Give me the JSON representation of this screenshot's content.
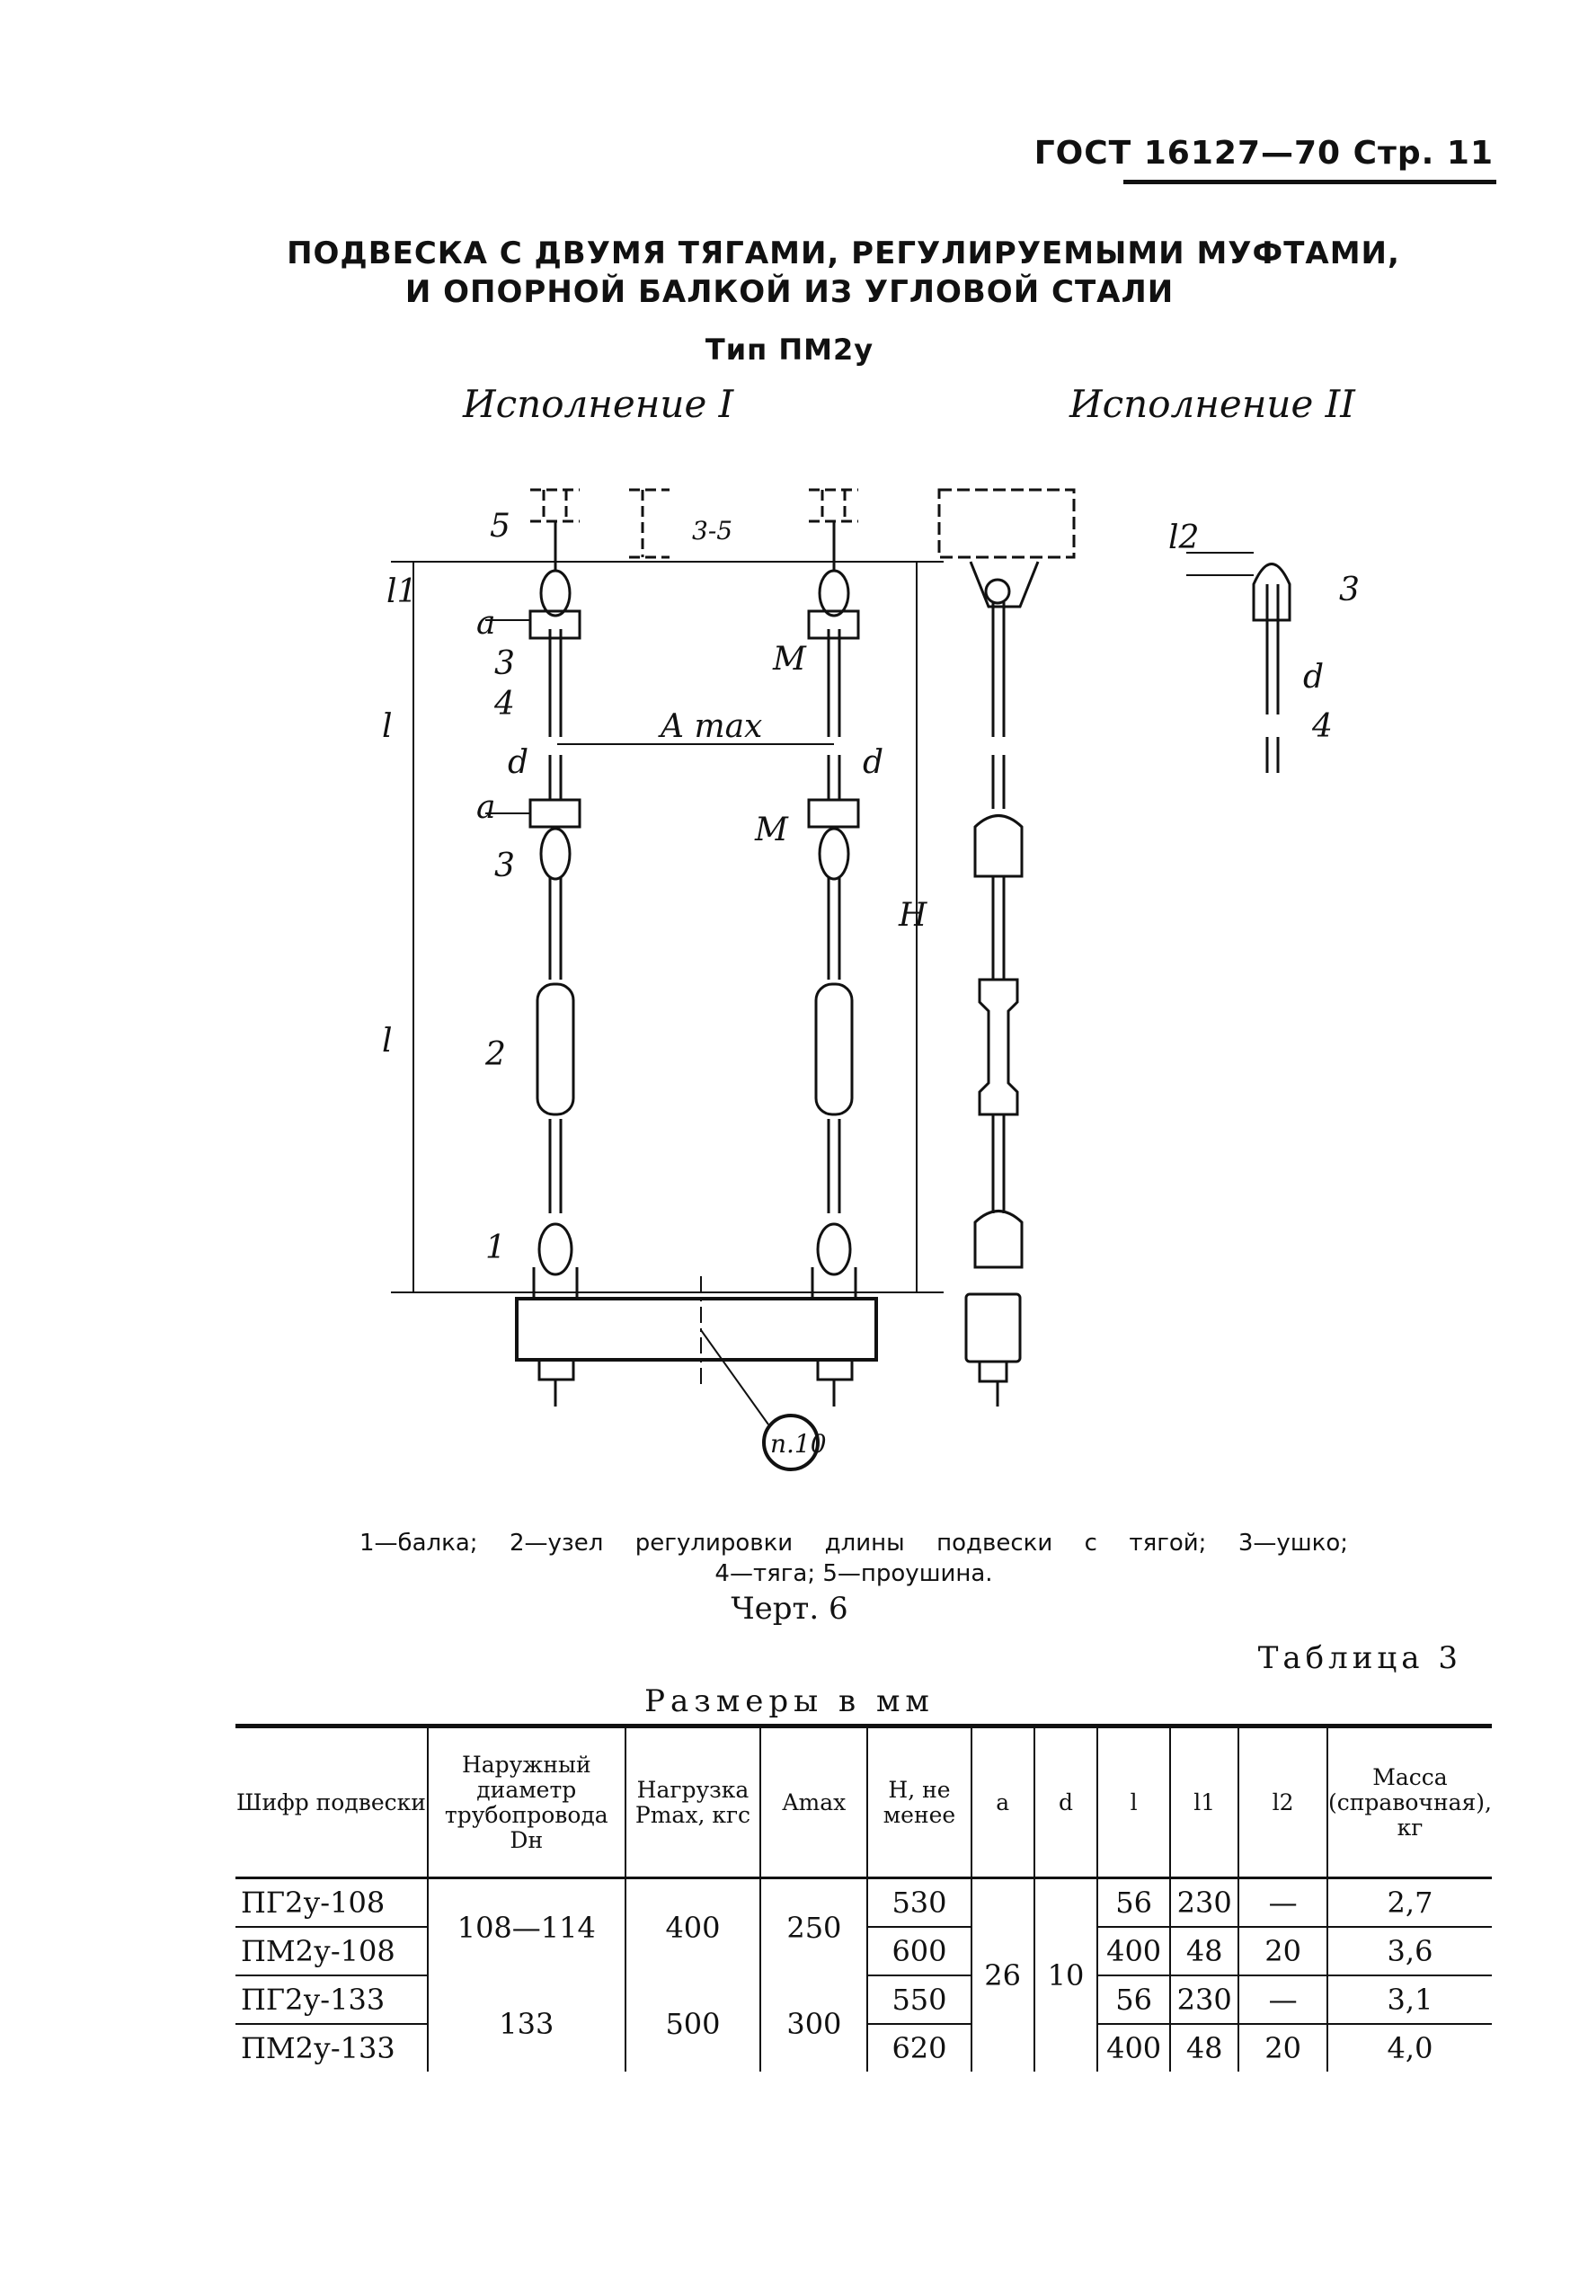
{
  "header": {
    "standard": "ГОСТ 16127—70 Стр. 11"
  },
  "title": {
    "line1": "ПОДВЕСКА С ДВУМЯ ТЯГАМИ, РЕГУЛИРУЕМЫМИ МУФТАМИ,",
    "line2": "И ОПОРНОЙ БАЛКОЙ ИЗ УГЛОВОЙ СТАЛИ",
    "type": "Тип ПМ2у"
  },
  "variants": {
    "v1": "Исполнение I",
    "v2": "Исполнение II"
  },
  "drawing_labels": {
    "pos1": "1",
    "pos2": "2",
    "pos3": "3",
    "pos4": "4",
    "pos5": "5",
    "a": "a",
    "d": "d",
    "l": "l",
    "l1": "l1",
    "l2": "l2",
    "H": "H",
    "M": "M",
    "Amax": "A max",
    "gap": "3-5",
    "ref": "п.10"
  },
  "caption": {
    "line1": "1—балка; 2—узел регулировки длины подвески с тягой; 3—ушко;",
    "line2": "4—тяга; 5—проушина.",
    "figure": "Черт. 6"
  },
  "table": {
    "name": "Таблица 3",
    "units": "Размеры в мм",
    "headers": {
      "code": "Шифр подвески",
      "dn": "Наружный диаметр трубопровода Dн",
      "load": "Нагрузка Pmax, кгс",
      "amax": "Amax",
      "h": "H, не менее",
      "a": "a",
      "d": "d",
      "l": "l",
      "l1": "l1",
      "l2": "l2",
      "mass": "Масса (справочная), кг"
    },
    "rows": [
      {
        "code": "ПГ2у-108",
        "H": "530",
        "l": "56",
        "l1": "230",
        "l2": "—",
        "mass": "2,7"
      },
      {
        "code": "ПМ2у-108",
        "H": "600",
        "l": "400",
        "l1": "48",
        "l2": "20",
        "mass": "3,6"
      },
      {
        "code": "ПГ2у-133",
        "H": "550",
        "l": "56",
        "l1": "230",
        "l2": "—",
        "mass": "3,1"
      },
      {
        "code": "ПМ2у-133",
        "H": "620",
        "l": "400",
        "l1": "48",
        "l2": "20",
        "mass": "4,0"
      }
    ],
    "merged": {
      "dn_108": "108—114",
      "dn_133": "133",
      "load_108": "400",
      "load_133": "500",
      "amax_108": "250",
      "amax_133": "300",
      "a_all": "26",
      "d_all": "10"
    }
  }
}
